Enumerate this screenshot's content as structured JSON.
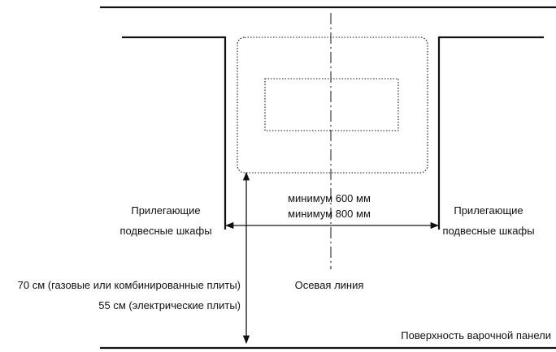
{
  "labels": {
    "left_cabinet_line1": "Прилегающие",
    "left_cabinet_line2": "подвесные шкафы",
    "right_cabinet_line1": "Прилегающие",
    "right_cabinet_line2": "подвесные шкафы",
    "min_600": "минимум 600 мм",
    "min_800": "минимум 800 мм",
    "center_line": "Осевая линия",
    "height_gas": "70 см (газовые или комбинированные плиты)",
    "height_electric": "55 см (электрические плиты)",
    "cooktop_surface": "Поверхность варочной панели"
  },
  "colors": {
    "line": "#111111",
    "background": "#ffffff"
  }
}
